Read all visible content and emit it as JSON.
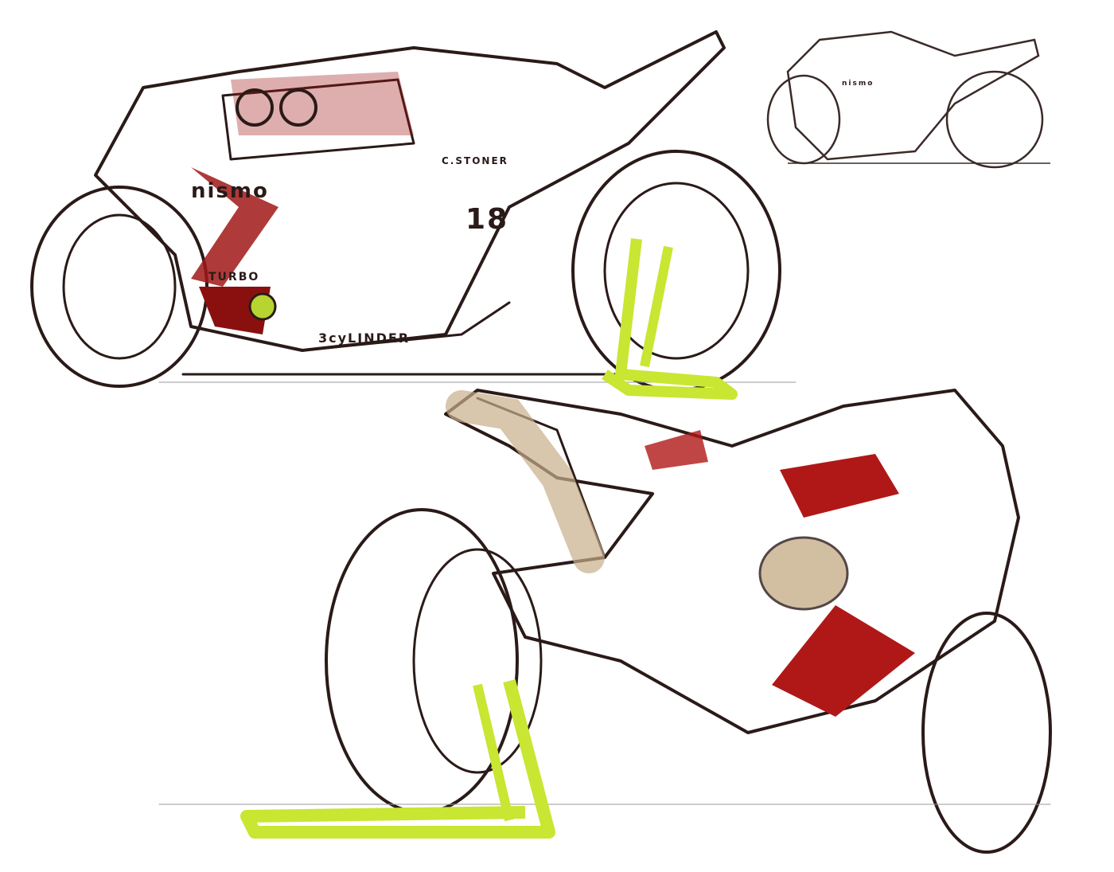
{
  "image": {
    "subject": "Motorcycle concept design sketches",
    "background_color": "#ffffff",
    "ink_color": "#2a1a18",
    "accent_red": "#a01818",
    "accent_lime": "#c8e632"
  },
  "sketches": [
    {
      "id": "large-side-view",
      "position": "top-left",
      "description": "Side view sportbike with lime green paddock stand"
    },
    {
      "id": "small-thumbnail",
      "position": "top-right",
      "description": "Small side view thumbnail sketch"
    },
    {
      "id": "rear-three-quarter",
      "position": "bottom",
      "description": "Rear three-quarter view with stacked exhausts and lime paddock stand"
    }
  ],
  "text_labels": {
    "brand": "nismo",
    "turbo": "TURBO",
    "cylinder": "3cyLINDER",
    "rider": "C.STONER",
    "race_number": "18",
    "thumbnail_brand": "nismo"
  }
}
